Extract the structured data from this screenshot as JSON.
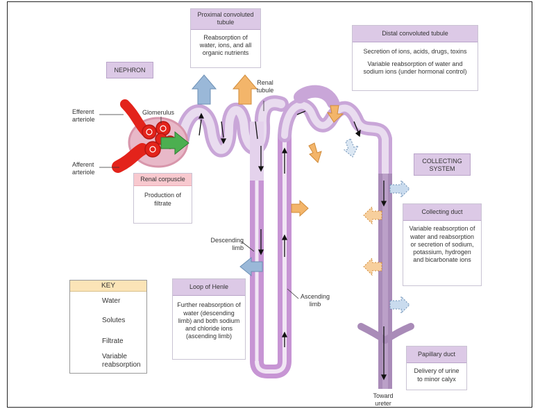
{
  "title_tag": "NEPHRON",
  "collecting_tag": "COLLECTING SYSTEM",
  "labels": {
    "efferent": "Efferent arteriole",
    "afferent": "Afferent arteriole",
    "glomerulus": "Glomerulus",
    "renal_tubule": "Renal tubule",
    "descending": "Descending limb",
    "ascending": "Ascending limb",
    "toward_ureter": "Toward ureter"
  },
  "boxes": {
    "proximal": {
      "header": "Proximal convoluted tubule",
      "body": "Reabsorption of water, ions, and all organic nutrients"
    },
    "distal": {
      "header": "Distal convoluted tubule",
      "body1": "Secretion of ions, acids, drugs, toxins",
      "body2": "Variable reabsorption of water and sodium ions (under hormonal control)"
    },
    "renal_corpuscle": {
      "header": "Renal corpuscle",
      "body": "Production of filtrate"
    },
    "collecting_duct": {
      "header": "Collecting duct",
      "body": "Variable reabsorption of water and reabsorption or secretion of sodium, potassium, hydrogen and bicarbonate ions"
    },
    "loop": {
      "header": "Loop of Henle",
      "body": "Further reabsorption of water (descending limb) and both sodium and chloride ions (ascending limb)"
    },
    "papillary": {
      "header": "Papillary duct",
      "body": "Delivery of urine to minor calyx"
    }
  },
  "key": {
    "title": "KEY",
    "water": "Water",
    "solutes": "Solutes",
    "filtrate": "Filtrate",
    "variable": "Variable reabsorption"
  },
  "colors": {
    "water": "#9ab8d8",
    "solutes": "#f3b56a",
    "filtrate": "#4caf50",
    "tubule": "#d7b9e0",
    "tubule_dark": "#b98acb",
    "collecting": "#a98bb8",
    "blood": "#e3231b"
  }
}
